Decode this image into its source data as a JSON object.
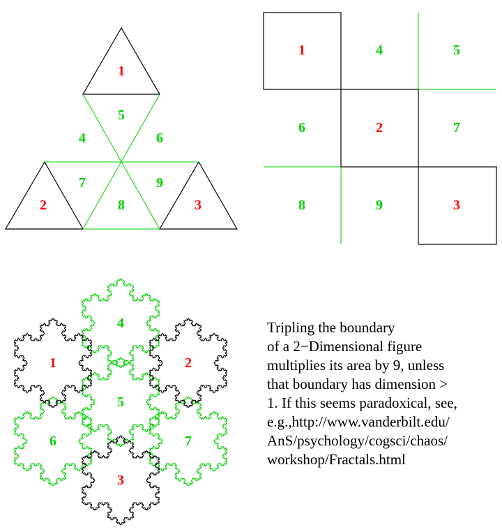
{
  "colors": {
    "black": "#000000",
    "red": "#ff0000",
    "green": "#00d000"
  },
  "triangle_figure": {
    "labels": [
      "1",
      "2",
      "3",
      "4",
      "5",
      "6",
      "7",
      "8",
      "9"
    ]
  },
  "square_figure": {
    "labels": [
      "1",
      "4",
      "5",
      "6",
      "2",
      "7",
      "8",
      "9",
      "3"
    ]
  },
  "koch_figure": {
    "labels": [
      "1",
      "2",
      "3",
      "4",
      "5",
      "6",
      "7"
    ]
  },
  "caption": {
    "lines": [
      "Tripling the boundary",
      "of a 2−Dimensional figure",
      "multiplies its area by 9, unless",
      "that boundary has dimension >",
      "1.  If this seems paradoxical, see,",
      "e.g.,http://www.vanderbilt.edu/",
      "AnS/psychology/cogsci/chaos/",
      "workshop/Fractals.html"
    ]
  }
}
